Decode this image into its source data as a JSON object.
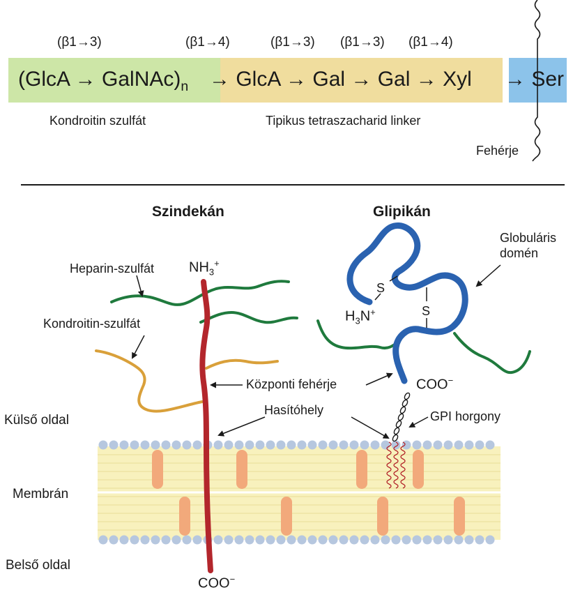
{
  "top": {
    "bonds": [
      "(β1→3)",
      "(β1→4)",
      "(β1→3)",
      "(β1→3)",
      "(β1→4)"
    ],
    "sequence": {
      "repeat": "(GlcA → GalNAc)",
      "repeat_sub": "n",
      "linker": "→ GlcA → Gal → Gal → Xyl",
      "ser": "→ Ser"
    },
    "captions": {
      "chondroitin": "Kondroitin szulfát",
      "linker": "Tipikus tetraszacharid linker",
      "protein": "Fehérje"
    },
    "colors": {
      "repeat_box": "#cde6a7",
      "linker_box": "#f0dd9e",
      "ser_box": "#8cc3ea"
    }
  },
  "bottom": {
    "titles": {
      "syndecan": "Szindekán",
      "glypican": "Glipikán"
    },
    "syndecan": {
      "nterm": "NH",
      "nterm_sub": "3",
      "nterm_sup": "+",
      "heparin": "Heparin-szulfát",
      "chondroitin": "Kondroitin-szulfát",
      "core": "Központi fehérje",
      "cleavage": "Hasítóhely",
      "cterm": "COO",
      "cterm_sup": "−"
    },
    "glypican": {
      "globular_line1": "Globuláris",
      "globular_line2": "domén",
      "s1": "S",
      "s2": "S",
      "nterm": "H",
      "nterm_sub": "3",
      "nterm_n": "N",
      "nterm_sup": "+",
      "cterm": "COO",
      "cterm_sup": "−",
      "gpi": "GPI horgony"
    },
    "sides": {
      "outer": "Külső oldal",
      "membrane": "Membrán",
      "inner": "Belső oldal"
    },
    "colors": {
      "core_protein": "#b3262c",
      "glypican_protein": "#2a62b0",
      "heparan": "#1f7a3d",
      "chondroitin": "#d9a03a",
      "membrane_fill": "#f8f1bd",
      "lipid_head": "#b6c7df",
      "membrane_protein": "#f2a97b"
    }
  }
}
